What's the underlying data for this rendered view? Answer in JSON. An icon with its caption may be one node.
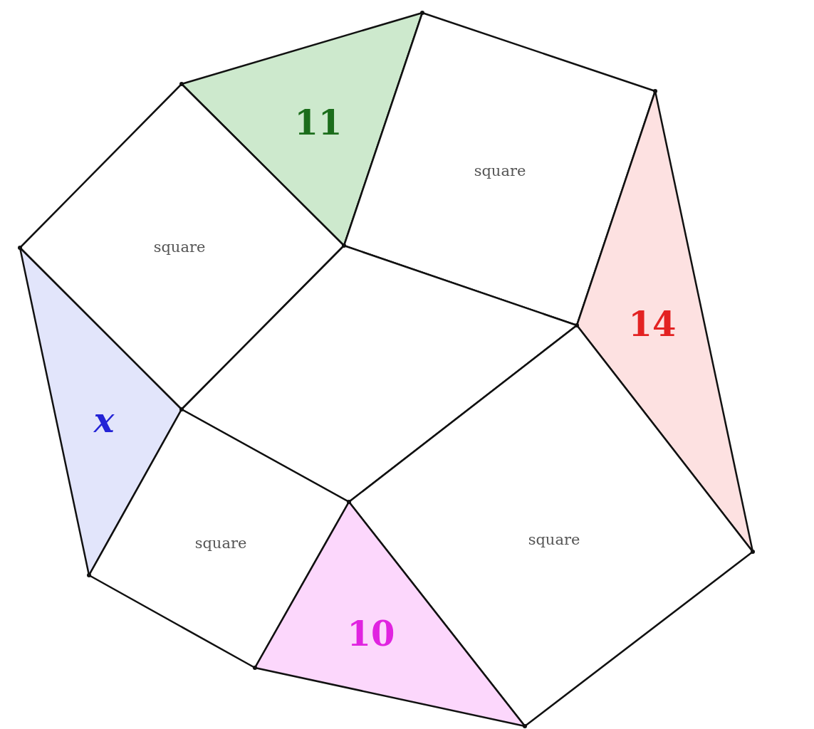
{
  "diagram": {
    "nodes": [
      {
        "text": [
          "11"
        ]
      },
      {
        "text": [
          "square"
        ]
      },
      {
        "text": [
          "square"
        ]
      },
      {
        "text": [
          "14"
        ]
      },
      {
        "text": [],
        "shape": "quadrilateral"
      },
      {
        "text": [
          "x"
        ]
      },
      {
        "text": [
          "square"
        ]
      },
      {
        "text": [
          "square"
        ]
      },
      {
        "text": [
          "10"
        ]
      }
    ]
  }
}
